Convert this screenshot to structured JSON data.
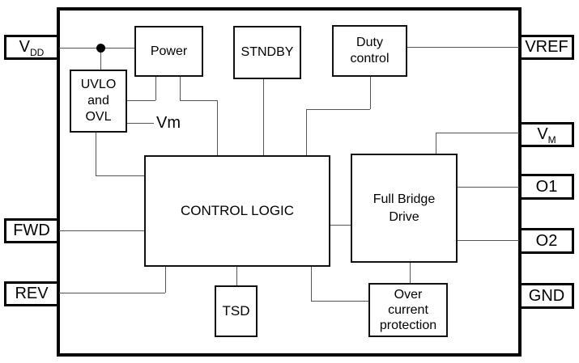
{
  "colors": {
    "background": "#ffffff",
    "outline": "#000000",
    "wire": "#555555"
  },
  "pins": {
    "vdd": {
      "name": "V",
      "sub": "DD"
    },
    "fwd": {
      "label": "FWD"
    },
    "rev": {
      "label": "REV"
    },
    "vref": {
      "label": "VREF"
    },
    "vm": {
      "name": "V",
      "sub": "M"
    },
    "o1": {
      "label": "O1"
    },
    "o2": {
      "label": "O2"
    },
    "gnd": {
      "label": "GND"
    }
  },
  "blocks": {
    "power": {
      "label": "Power"
    },
    "stndby": {
      "label": "STNDBY"
    },
    "duty": {
      "line1": "Duty",
      "line2": "control"
    },
    "uvlo": {
      "line1": "UVLO",
      "line2": "and",
      "line3": "OVL"
    },
    "control_logic": {
      "label": "CONTROL LOGIC"
    },
    "full_bridge": {
      "line1": "Full Bridge",
      "line2": "Drive"
    },
    "tsd": {
      "label": "TSD"
    },
    "overcurrent": {
      "line1": "Over",
      "line2": "current",
      "line3": "protection"
    }
  },
  "net_labels": {
    "vm": "Vm"
  }
}
